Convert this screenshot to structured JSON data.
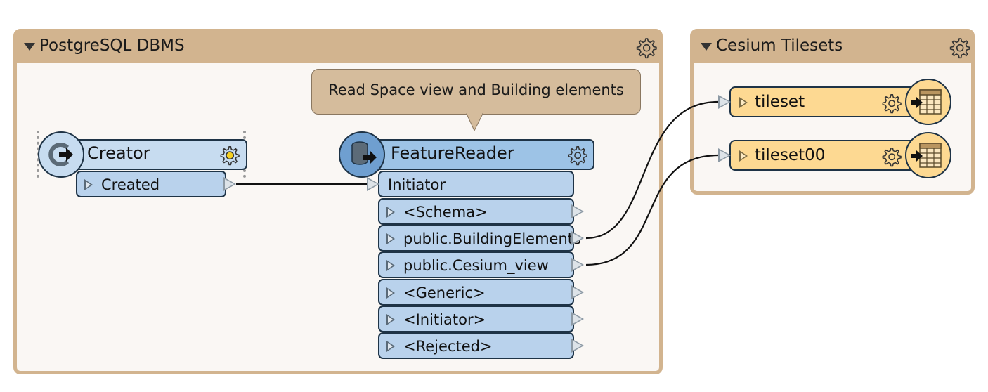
{
  "bookmarks": {
    "postgres": {
      "title": "PostgreSQL DBMS",
      "gear_icon": "gear-icon"
    },
    "cesium": {
      "title": "Cesium Tilesets",
      "gear_icon": "gear-icon"
    }
  },
  "annotation": {
    "text": "Read Space view and Building elements"
  },
  "creator": {
    "title": "Creator",
    "icon": "creator-icon",
    "ports": [
      {
        "label": "Created"
      }
    ]
  },
  "feature_reader": {
    "title": "FeatureReader",
    "icon": "database-icon",
    "input_port": "Initiator",
    "output_ports": [
      {
        "label": "<Schema>"
      },
      {
        "label": "public.BuildingElements"
      },
      {
        "label": "public.Cesium_view"
      },
      {
        "label": "<Generic>"
      },
      {
        "label": "<Initiator>"
      },
      {
        "label": "<Rejected>"
      }
    ]
  },
  "writers": [
    {
      "label": "tileset",
      "icon": "table-writer-icon"
    },
    {
      "label": "tileset00",
      "icon": "table-writer-icon"
    }
  ],
  "colors": {
    "bookmark": "#d2b48f",
    "bookmark_bg": "#faf7f4",
    "transformer": "#9dc3e6",
    "port": "#b9d2ec",
    "writer": "#fdd992",
    "annotation": "#d5bc9c"
  }
}
